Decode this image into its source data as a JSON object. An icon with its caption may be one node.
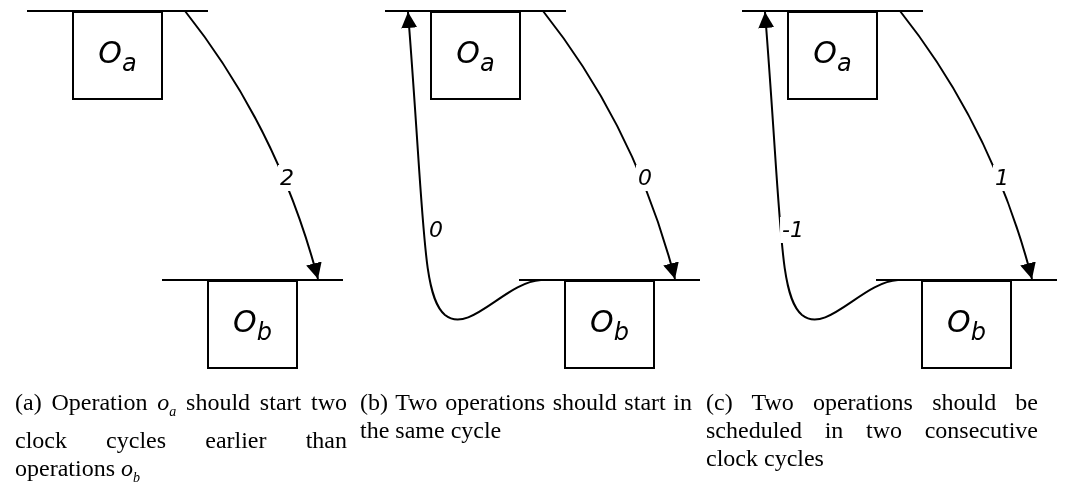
{
  "diagram": {
    "nodes": [
      {
        "text": [
          "O$_{a}$"
        ]
      },
      {
        "text": [
          "O$_{b}$"
        ]
      },
      {
        "text": [
          "O$_{a}$"
        ]
      },
      {
        "text": [
          "O$_{b}$"
        ]
      },
      {
        "text": [
          "O$_{a}$"
        ]
      },
      {
        "text": [
          "O$_{b}$"
        ]
      }
    ],
    "edges": [
      {
        "from": 0,
        "to": 1,
        "arrow": "to",
        "label": "2"
      },
      {
        "from": 2,
        "to": 3,
        "arrow": "to",
        "label": "0"
      },
      {
        "from": 3,
        "to": 2,
        "arrow": "to",
        "label": "0"
      },
      {
        "from": 4,
        "to": 5,
        "arrow": "to",
        "label": "1"
      },
      {
        "from": 5,
        "to": 4,
        "arrow": "to",
        "label": "-1"
      }
    ],
    "labels": [
      "(a) Operation *o*$_{a}$ should start two clock cycles earlier than operations *o*$_{b}$",
      "(b) Two operations should start in the same cycle",
      "(c) Two operations should be scheduled in two consecutive clock cycles"
    ]
  }
}
